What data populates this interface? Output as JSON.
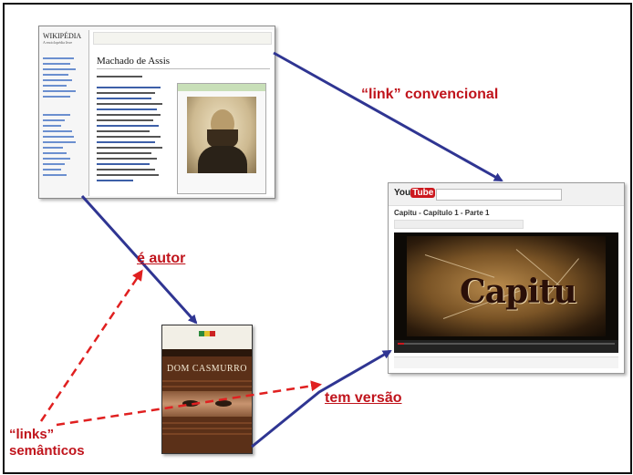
{
  "labels": {
    "link_convencional": "“link” convencional",
    "e_autor": "é autor",
    "tem_versao": "tem versão",
    "links_semanticos_line1": "“links”",
    "links_semanticos_line2": "semânticos"
  },
  "wikipedia_page": {
    "logo_text": "WIKIPÉDIA",
    "logo_sub": "A enciclopédia livre",
    "article_title": "Machado de Assis"
  },
  "video_page": {
    "logo_you": "You",
    "logo_tube": "Tube",
    "video_title": "Capitu - Capítulo 1 - Parte 1",
    "video_overlay_text": "Capitu"
  },
  "book": {
    "title": "DOM CASMURRO"
  },
  "colors": {
    "blue_arrow": "#2f3592",
    "red_dashed": "#e02020",
    "label_red": "#c0141c"
  }
}
